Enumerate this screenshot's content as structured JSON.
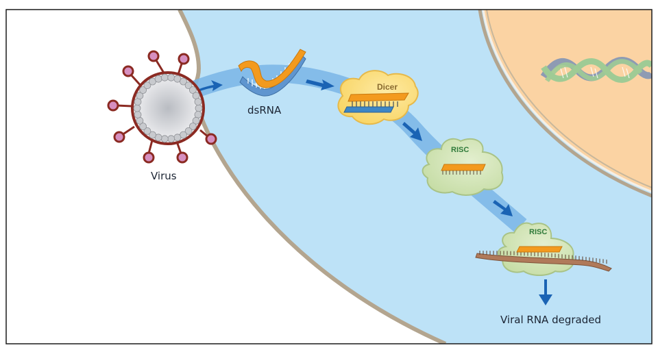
{
  "diagram": {
    "title": "RNA interference antiviral pathway",
    "labels": {
      "virus": "Virus",
      "dsrna": "dsRNA",
      "dicer": "Dicer",
      "risc_1": "RISC",
      "risc_2": "RISC",
      "outcome": "Viral RNA degraded"
    },
    "steps": [
      "Virus",
      "dsRNA",
      "Dicer",
      "RISC",
      "RISC + viral RNA",
      "Viral RNA degraded"
    ],
    "regions": [
      "extracellular space",
      "cytoplasm",
      "nucleus"
    ],
    "colors": {
      "background": "#ffffff",
      "cytoplasm": "#bde2f7",
      "nucleus": "#fbd3a3",
      "membrane": "#b3a58f",
      "pathway_band": "#7ab5e6",
      "arrow": "#1a63b4",
      "virus_capsid": "#8b2a22",
      "virus_spike": "#d68fc0",
      "virus_bead": "#c8cace",
      "rna_orange": "#f39a1e",
      "rna_blue": "#5f95cf",
      "dicer": "#fbdd78",
      "risc": "#cde2ad",
      "risc_text": "#2f7a3a",
      "dicer_text": "#8a6a2e",
      "viral_rna": "#b07a5a",
      "dna_green": "#9fcb95",
      "dna_gray": "#8e9bb3"
    }
  }
}
